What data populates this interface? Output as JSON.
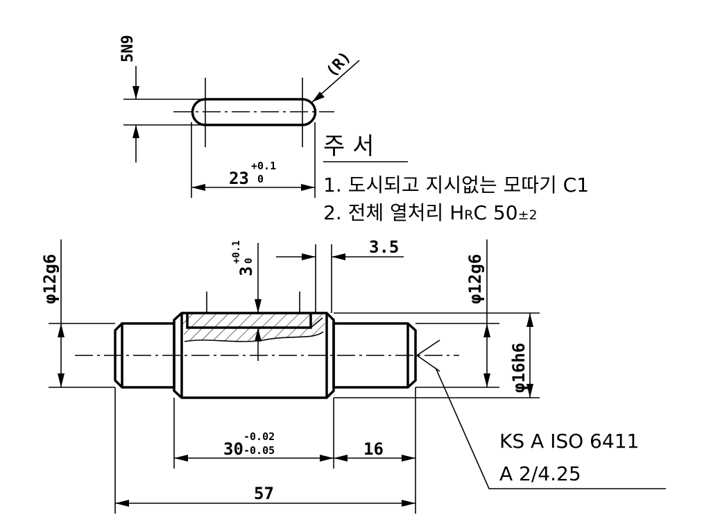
{
  "key": {
    "width_tol": "5N9",
    "radius": "(R)",
    "length": "23",
    "length_tol_upper": "+0.1",
    "length_tol_lower": "0"
  },
  "notes": {
    "title": "주 서",
    "line1": "1. 도시되고 지시없는 모따기 C1",
    "line2_main": "2. 전체 열처리 H",
    "line2_r": "R",
    "line2_c": "C 50",
    "line2_tol": "±2"
  },
  "shaft": {
    "left_dia": "φ12g6",
    "right_dia": "φ12g6",
    "center_dia": "φ16h6",
    "keyway_depth": "3",
    "keyway_depth_upper": "+0.1",
    "keyway_depth_lower": "0",
    "shoulder": "3.5",
    "center_len": "30",
    "center_len_upper": "-0.02",
    "center_len_lower": "-0.05",
    "right_len": "16",
    "total_len": "57"
  },
  "center_hole": {
    "line1": "KS A ISO 6411",
    "line2": "A 2/4.25"
  }
}
